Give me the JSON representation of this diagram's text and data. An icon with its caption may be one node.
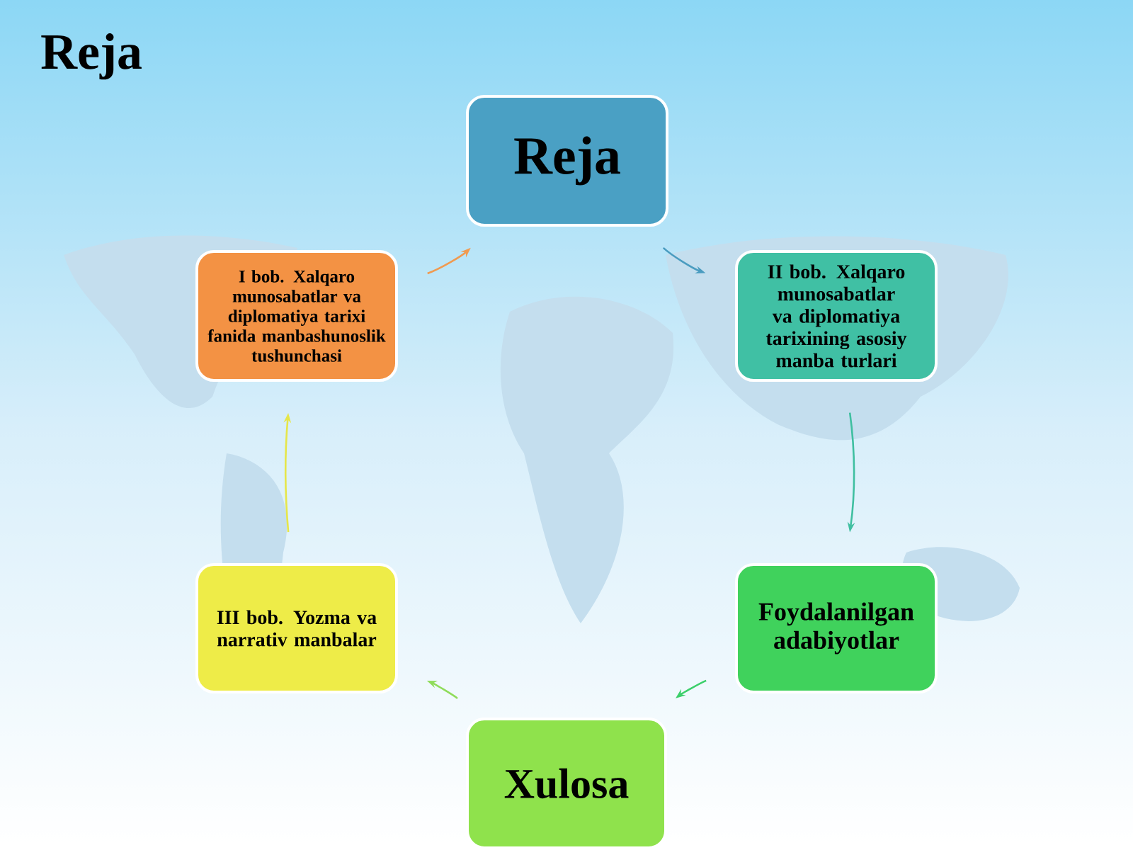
{
  "diagram": {
    "title": "Reja",
    "nodes": [
      {
        "text": [
          "Reja"
        ]
      },
      {
        "text": [
          "I bob. Xalqaro munosabatlar va diplomatiya tarixi fanida manbashunoslik tushunchasi"
        ]
      },
      {
        "text": [
          "II bob. Xalqaro munosabatlar va diplomatiya tarixining asosiy manba turlari"
        ]
      },
      {
        "text": [
          "III bob. Yozma va narrativ manbalar"
        ]
      },
      {
        "text": [
          "Foydalanilgan adabiyotlar"
        ]
      },
      {
        "text": [
          "Xulosa"
        ]
      }
    ],
    "edges": [
      {
        "from": 0,
        "to": 2,
        "arrow": "to",
        "color": "#4a9cc0"
      },
      {
        "from": 2,
        "to": 4,
        "arrow": "to",
        "color": "#3fbfa0"
      },
      {
        "from": 4,
        "to": 5,
        "arrow": "to",
        "color": "#3ccf6a"
      },
      {
        "from": 5,
        "to": 3,
        "arrow": "to",
        "color": "#8fdc5a"
      },
      {
        "from": 3,
        "to": 1,
        "arrow": "to",
        "color": "#e6e64a"
      },
      {
        "from": 1,
        "to": 0,
        "arrow": "to",
        "color": "#f09a50"
      }
    ]
  }
}
